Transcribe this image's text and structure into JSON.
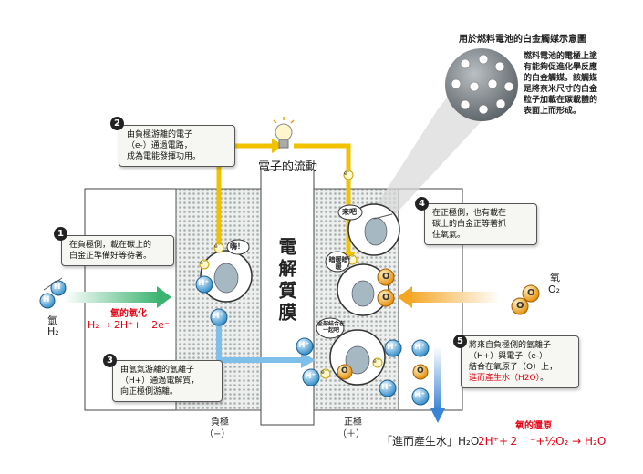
{
  "inset": {
    "title": "用於燃料電池的白金觸媒示意圖",
    "lines": [
      "燃料電池的電極上塗",
      "有能夠促進化學反應",
      "的白金觸媒。該觸媒",
      "是將奈米尺寸的白金",
      "粒子加載在碳載體的",
      "表面上而形成。"
    ]
  },
  "membrane_label": "電解質膜",
  "electron_flow_label": "電子的流動",
  "callouts": [
    {
      "num": "1",
      "lines": [
        "在負極側，載在碳上的",
        "白金正準備好等待著。"
      ]
    },
    {
      "num": "2",
      "lines": [
        "由負極游離的電子",
        "（e-）通過電路，",
        "成為電能發揮功用。"
      ]
    },
    {
      "num": "3",
      "lines": [
        "由氫氣游離的氫離子",
        "（H+）通過電解質，",
        "向正極側游離。"
      ]
    },
    {
      "num": "4",
      "lines": [
        "在正極側，也有載在",
        "碳上的白金正等著抓",
        "住氧氣。"
      ]
    },
    {
      "num": "5",
      "lines_black": [
        "將來自負極側的氫離子",
        "（H+）與電子（e-）",
        "結合在氧原子（O）上，"
      ],
      "line_red": "進而產生水（H2O）",
      "line_end": "。"
    }
  ],
  "speech": {
    "left": "嗨！",
    "right_top": "來吧",
    "right_mid": "暗暖暗暖",
    "right_bottom": "全部結合在一起吧"
  },
  "hydrogen": {
    "name": "氫",
    "formula": "H₂",
    "atom": "H"
  },
  "oxygen": {
    "name": "氧",
    "formula": "O₂",
    "atom": "O"
  },
  "oxidation": {
    "title": "氫的氧化",
    "eq": "H₂ → 2H⁺+　2e⁻"
  },
  "reduction": {
    "title": "氧的還原",
    "eq": "2H⁺+２　⁻+½O₂ → H₂O"
  },
  "water_text": {
    "black": "「進而產生水」",
    "h2o": "H₂O"
  },
  "electrodes": {
    "neg": "負極",
    "neg_sign": "（−）",
    "pos": "正極",
    "pos_sign": "（＋）"
  },
  "particles": {
    "h_plus": "H⁺",
    "e_minus": "e⁻",
    "o": "O"
  },
  "colors": {
    "electron": "#f2c200",
    "hydrogen_arrow": "#3cb371",
    "proton_arrow": "#7ec0ea",
    "oxygen_arrow": "#f5a623",
    "water_arrow": "#4a90d9",
    "red": "#e60012"
  }
}
